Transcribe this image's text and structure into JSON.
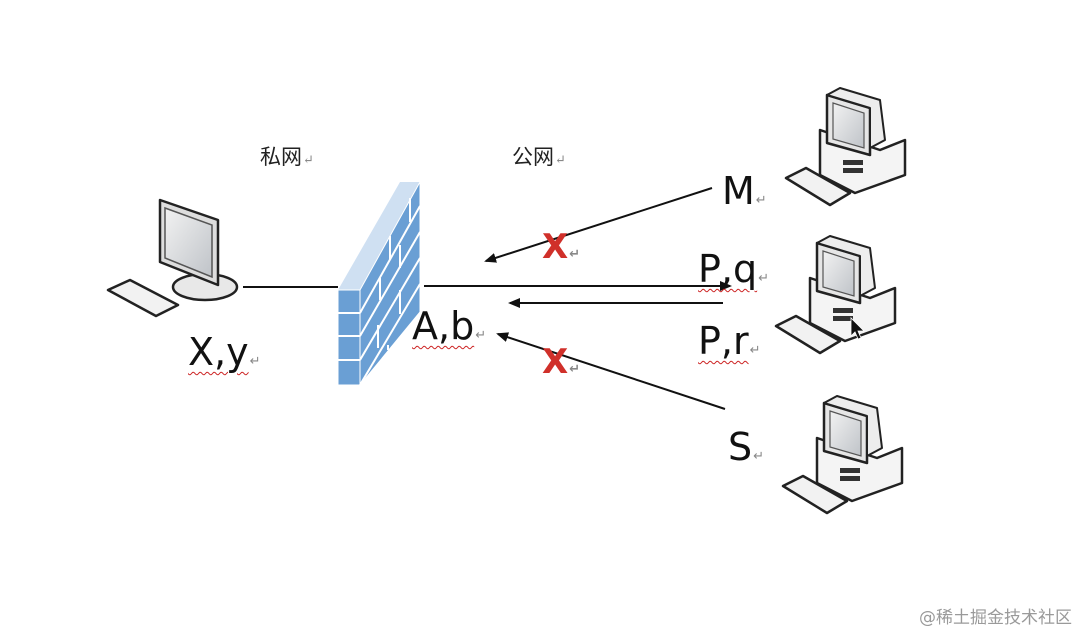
{
  "diagram": {
    "zones": {
      "private_label": "私网",
      "public_label": "公网"
    },
    "nodes": {
      "private_host": {
        "label": "X,y",
        "icon": "computer-icon"
      },
      "firewall": {
        "label": "A,b",
        "icon": "firewall-icon",
        "color": "#6a9fd4"
      },
      "host_m": {
        "label": "M",
        "icon": "computer-icon"
      },
      "host_pq": {
        "label": "P,q",
        "icon": "computer-icon"
      },
      "host_pr": {
        "label": "P,r"
      },
      "host_s": {
        "label": "S",
        "icon": "computer-icon"
      }
    },
    "connections": [
      {
        "from": "private_host",
        "to": "firewall",
        "type": "line"
      },
      {
        "from": "firewall",
        "to": "P,q",
        "type": "arrow",
        "blocked": false
      },
      {
        "from": "P,r",
        "to": "A,b",
        "type": "arrow",
        "blocked": false
      },
      {
        "from": "M",
        "to": "A,b",
        "type": "arrow",
        "blocked": true
      },
      {
        "from": "S",
        "to": "A,b",
        "type": "arrow",
        "blocked": true
      }
    ],
    "blocked_mark": "X",
    "blocked_color": "#d0302a",
    "paragraph_mark": "↵"
  },
  "watermark": "@稀土掘金技术社区"
}
